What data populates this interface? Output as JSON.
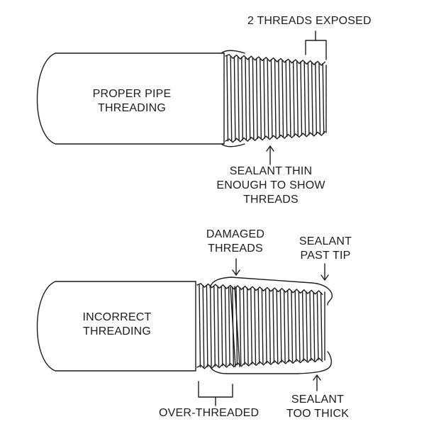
{
  "top": {
    "pipe_label_line1": "PROPER PIPE",
    "pipe_label_line2": "THREADING",
    "exposed_label": "2 THREADS EXPOSED",
    "sealant_line1": "SEALANT THIN",
    "sealant_line2": "ENOUGH TO SHOW",
    "sealant_line3": "THREADS"
  },
  "bottom": {
    "pipe_label_line1": "INCORRECT",
    "pipe_label_line2": "THREADING",
    "damaged_line1": "DAMAGED",
    "damaged_line2": "THREADS",
    "past_tip_line1": "SEALANT",
    "past_tip_line2": "PAST TIP",
    "thick_line1": "SEALANT",
    "thick_line2": "TOO THICK",
    "over_threaded": "OVER-THREADED"
  },
  "colors": {
    "stroke": "#1c1c1c",
    "background": "#ffffff"
  }
}
